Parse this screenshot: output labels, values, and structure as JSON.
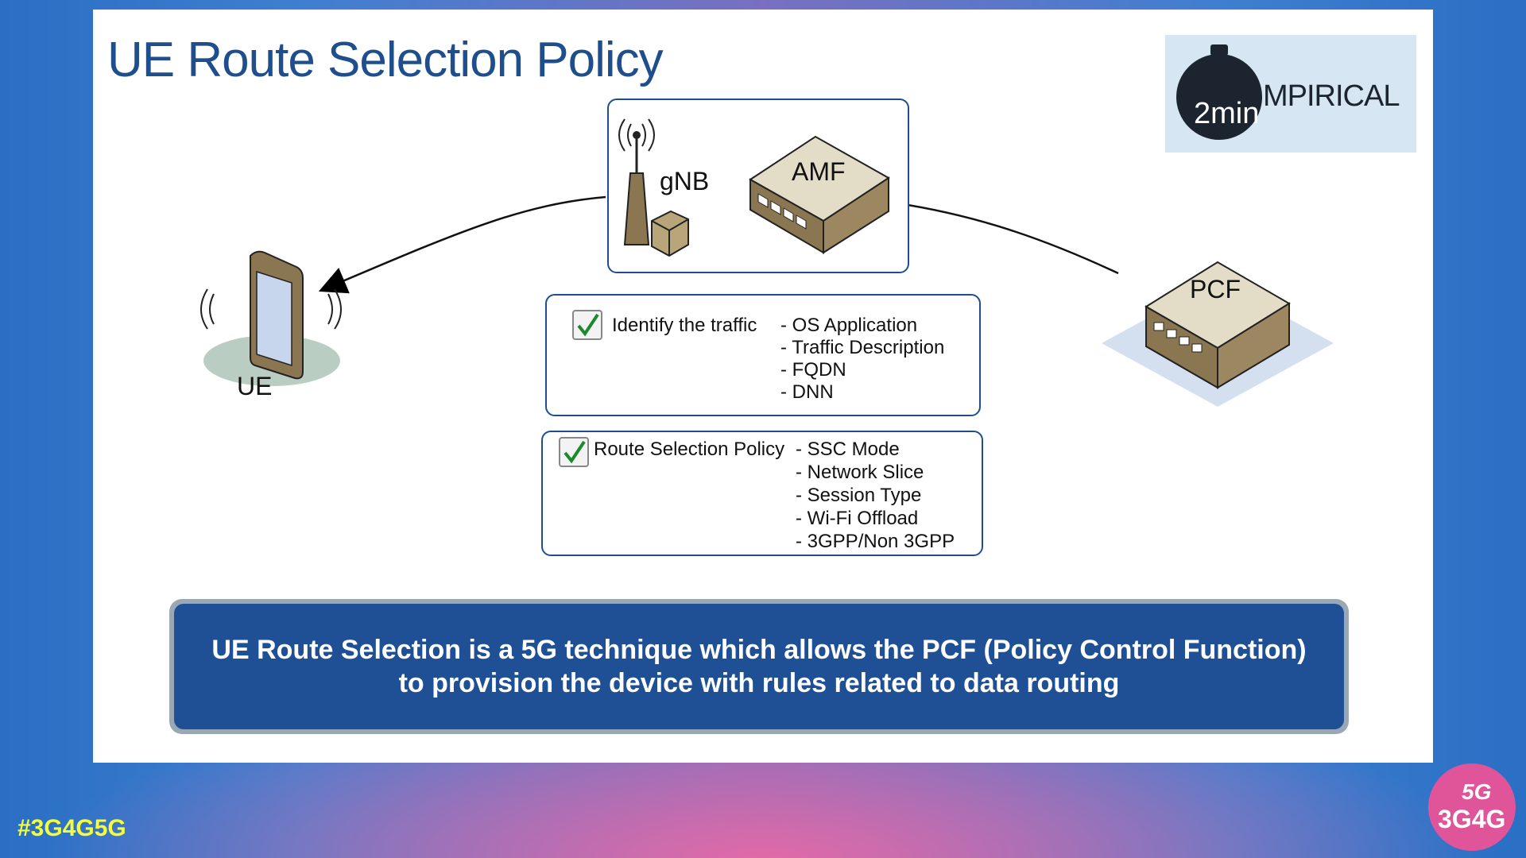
{
  "slide": {
    "title": "UE Route Selection Policy"
  },
  "logo": {
    "prefix": "2min",
    "name": "MPIRICAL"
  },
  "nodes": {
    "gnb": "gNB",
    "amf": "AMF",
    "ue": "UE",
    "pcf": "PCF"
  },
  "box1": {
    "heading": "Identify the traffic",
    "items": [
      "- OS Application",
      "- Traffic Description",
      "- FQDN",
      "- DNN"
    ]
  },
  "box2": {
    "heading": "Route Selection Policy",
    "items": [
      "- SSC Mode",
      "- Network Slice",
      "- Session Type",
      "- Wi-Fi Offload",
      "- 3GPP/Non 3GPP"
    ]
  },
  "banner": {
    "line1": "UE Route Selection is a 5G technique which allows the PCF (Policy Control Function)",
    "line2": "to provision the device with rules related to data routing"
  },
  "footer": {
    "hashtag": "#3G4G5G",
    "badge_top": "5G",
    "badge_bottom": "3G4G"
  },
  "colors": {
    "title": "#1f4e8c",
    "box_border": "#1f4e8c",
    "banner": "#1f4f95",
    "hashtag": "#f2ff3a",
    "device_brown": "#8a7650"
  }
}
